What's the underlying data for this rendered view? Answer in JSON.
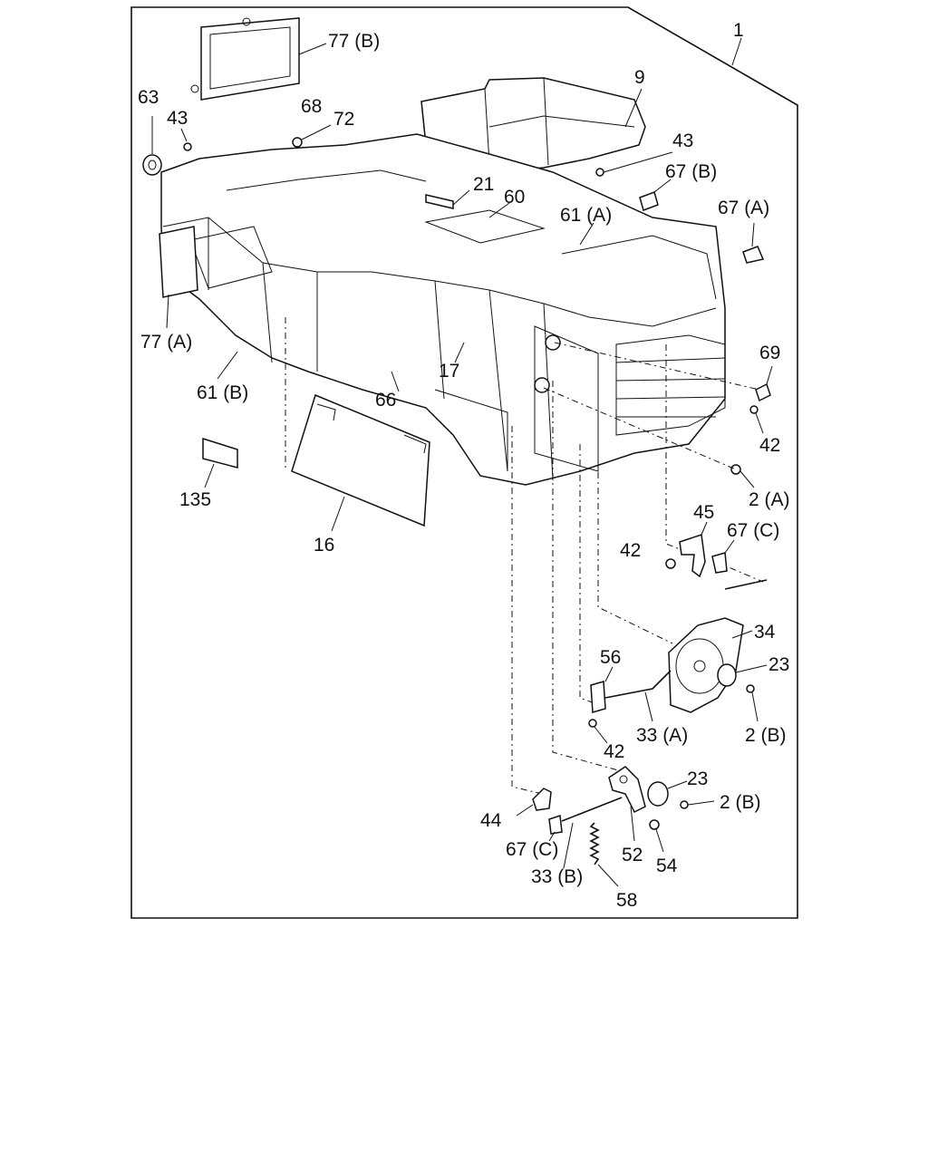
{
  "diagram": {
    "callouts": {
      "c1": "1",
      "c77b": "77 (B)",
      "c63": "63",
      "c43a": "43",
      "c68": "68",
      "c72": "72",
      "c9": "9",
      "c43b": "43",
      "c67b": "67 (B)",
      "c21": "21",
      "c60": "60",
      "c61a": "61 (A)",
      "c67a": "67 (A)",
      "c77a": "77 (A)",
      "c69": "69",
      "c61b": "61 (B)",
      "c17": "17",
      "c66": "66",
      "c42a": "42",
      "c2a": "2 (A)",
      "c135": "135",
      "c16": "16",
      "c45": "45",
      "c42b": "42",
      "c67c1": "67 (C)",
      "c34": "34",
      "c56": "56",
      "c23a": "23",
      "c2b1": "2 (B)",
      "c33a": "33 (A)",
      "c42c": "42",
      "c23b": "23",
      "c2b2": "2 (B)",
      "c44": "44",
      "c67c2": "67 (C)",
      "c52": "52",
      "c54": "54",
      "c33b": "33 (B)",
      "c58": "58"
    }
  }
}
